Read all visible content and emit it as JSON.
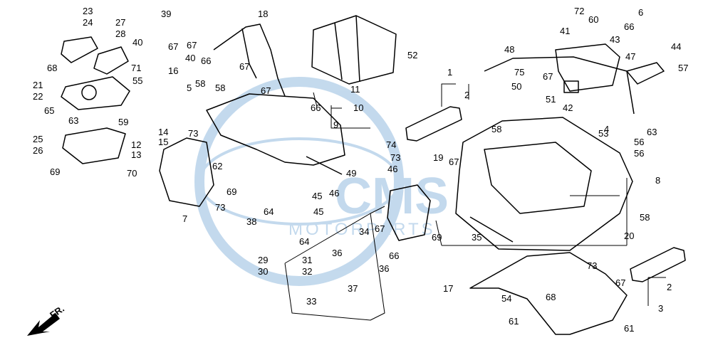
{
  "watermark": {
    "brand_line1": "CMS",
    "brand_line2": "MOTORPARTS",
    "accent_color": "#2b7bbf"
  },
  "direction_indicator": {
    "label": "FR.",
    "icon": "arrow-icon"
  },
  "callouts": [
    "23",
    "24",
    "27",
    "28",
    "39",
    "18",
    "72",
    "60",
    "6",
    "66",
    "41",
    "40",
    "67",
    "43",
    "44",
    "68",
    "40",
    "67",
    "66",
    "67",
    "52",
    "48",
    "47",
    "57",
    "71",
    "21",
    "22",
    "55",
    "16",
    "5",
    "58",
    "58",
    "75",
    "67",
    "1",
    "50",
    "51",
    "42",
    "2",
    "65",
    "63",
    "59",
    "12",
    "13",
    "14",
    "15",
    "73",
    "67",
    "66",
    "11",
    "10",
    "9",
    "4",
    "53",
    "63",
    "25",
    "26",
    "62",
    "74",
    "58",
    "56",
    "56",
    "8",
    "69",
    "70",
    "7",
    "69",
    "73",
    "19",
    "73",
    "67",
    "49",
    "45",
    "46",
    "64",
    "45",
    "46",
    "67",
    "34",
    "35",
    "38",
    "64",
    "66",
    "69",
    "29",
    "30",
    "31",
    "32",
    "36",
    "36",
    "37",
    "33",
    "58",
    "20",
    "73",
    "67",
    "17",
    "54",
    "68",
    "61",
    "61",
    "2",
    "3"
  ]
}
